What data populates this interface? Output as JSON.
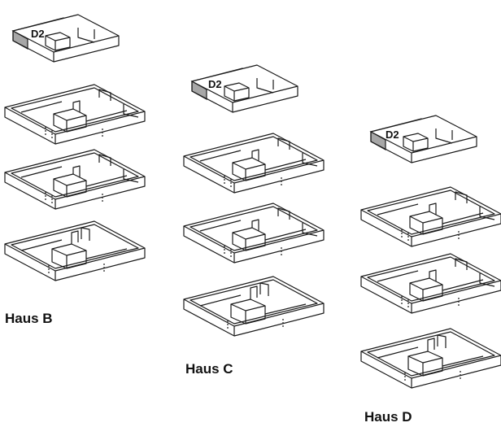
{
  "colors": {
    "ink": "#1a1a1a",
    "paper": "#ffffff",
    "highlight": "#a7a7a7"
  },
  "houses": [
    {
      "label": "Haus B",
      "highlight_tag": "D2",
      "floors": [
        "top",
        "regular",
        "regular",
        "ground"
      ]
    },
    {
      "label": "Haus C",
      "highlight_tag": "D2",
      "floors": [
        "top",
        "regular",
        "regular",
        "ground"
      ]
    },
    {
      "label": "Haus D",
      "highlight_tag": "D2",
      "floors": [
        "top",
        "regular",
        "regular",
        "ground"
      ]
    }
  ]
}
